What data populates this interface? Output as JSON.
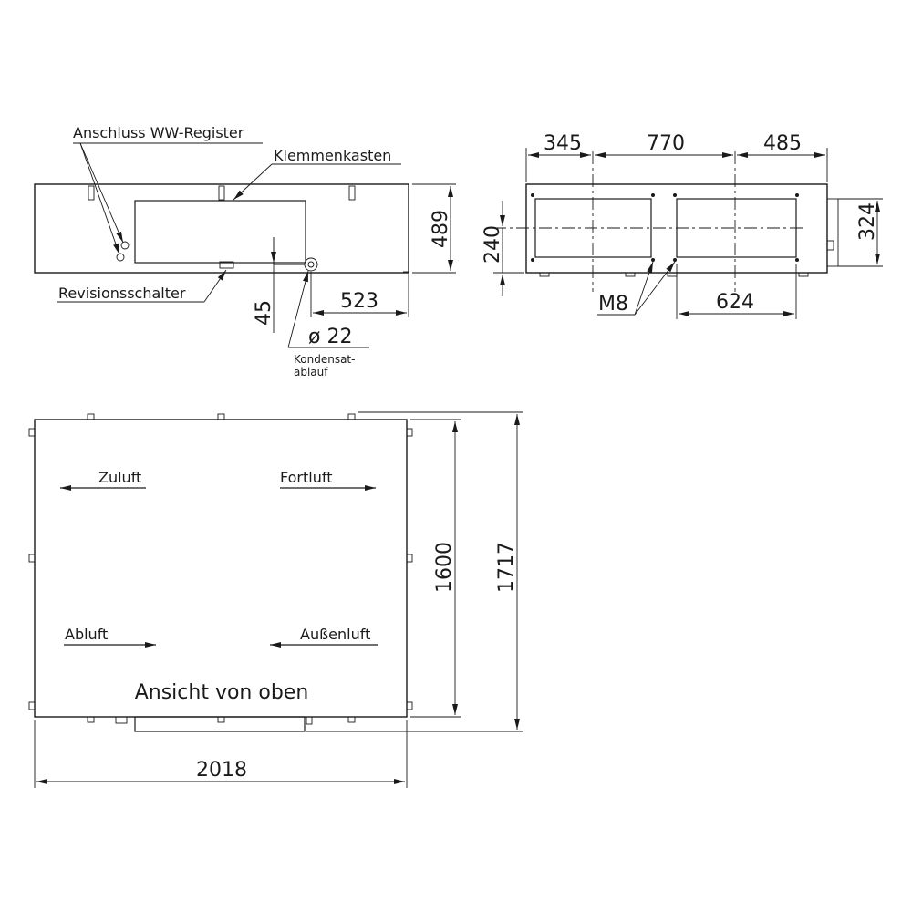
{
  "labels": {
    "anschluss": "Anschluss WW-Register",
    "klemmenkasten": "Klemmenkasten",
    "revisionsschalter": "Revisionsschalter",
    "kondensat_line1": "Kondensat-",
    "kondensat_line2": "ablauf",
    "m8": "M8",
    "zuluft": "Zuluft",
    "fortluft": "Fortluft",
    "abluft": "Abluft",
    "aussenluft": "Außenluft",
    "view_title": "Ansicht von oben"
  },
  "dimensions": {
    "d345": "345",
    "d770": "770",
    "d485": "485",
    "d489": "489",
    "d240": "240",
    "d324": "324",
    "d45": "45",
    "d523": "523",
    "d22": "ø 22",
    "d624": "624",
    "d1600": "1600",
    "d1717": "1717",
    "d2018": "2018"
  }
}
